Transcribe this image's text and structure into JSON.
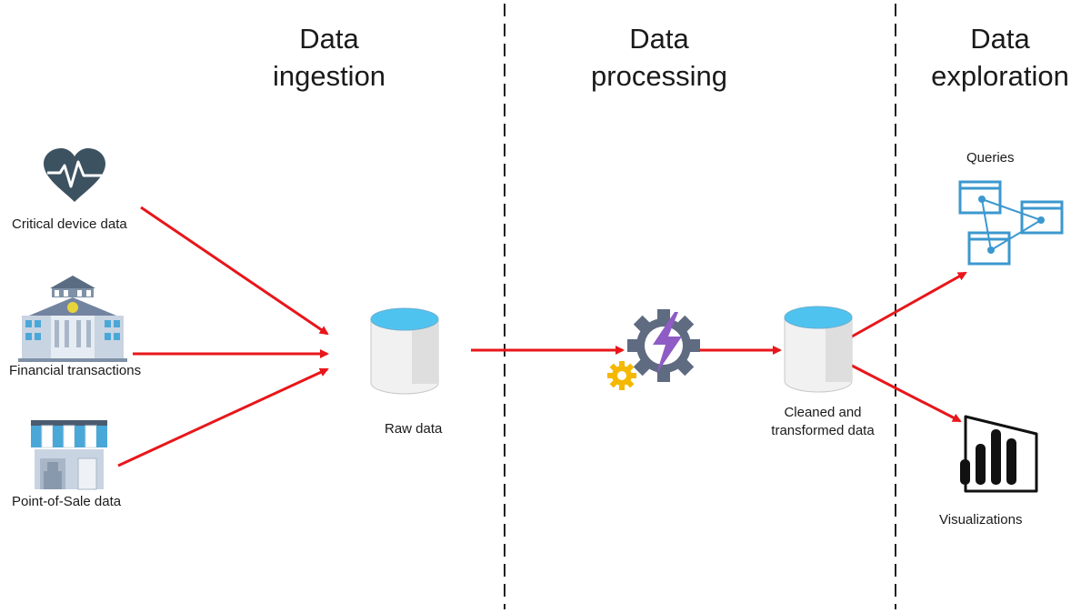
{
  "sections": [
    {
      "line1": "Data",
      "line2": "ingestion"
    },
    {
      "line1": "Data",
      "line2": "processing"
    },
    {
      "line1": "Data",
      "line2": "exploration"
    }
  ],
  "sources": [
    {
      "label": "Critical device data",
      "icon": "heart-pulse-icon"
    },
    {
      "label": "Financial transactions",
      "icon": "bank-icon"
    },
    {
      "label": "Point-of-Sale data",
      "icon": "store-icon"
    }
  ],
  "raw": {
    "label": "Raw data",
    "icon": "database-icon"
  },
  "processor": {
    "icon": "processing-gear-icon"
  },
  "cleaned": {
    "line1": "Cleaned and",
    "line2": "transformed data",
    "icon": "database-icon"
  },
  "outputs": [
    {
      "label": "Queries",
      "icon": "query-graph-icon"
    },
    {
      "label": "Visualizations",
      "icon": "power-bi-icon"
    }
  ],
  "colors": {
    "arrow": "#e8161a",
    "divider": "#222222",
    "db_top": "#4fc3f0",
    "heart": "#3d5260",
    "query": "#3c98cf",
    "bolt": "#8e5cc4",
    "gear": "#5f6b80",
    "small_gear": "#f5b800"
  }
}
